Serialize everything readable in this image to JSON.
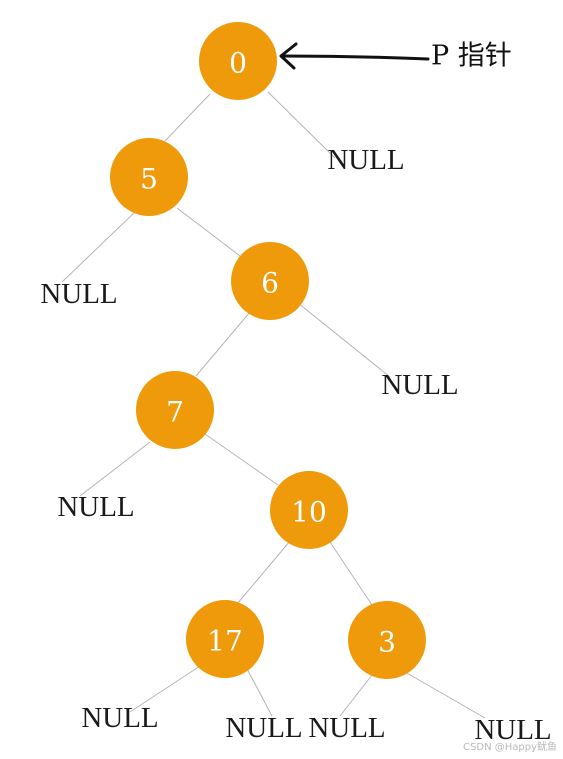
{
  "tree": {
    "nodes": [
      {
        "id": "n0",
        "label": "0"
      },
      {
        "id": "n5",
        "label": "5"
      },
      {
        "id": "n6",
        "label": "6"
      },
      {
        "id": "n7",
        "label": "7"
      },
      {
        "id": "n10",
        "label": "10"
      },
      {
        "id": "n17",
        "label": "17"
      },
      {
        "id": "n3",
        "label": "3"
      }
    ],
    "null_label": "NULL"
  },
  "pointer": {
    "label": "P 指针",
    "target": "0"
  },
  "watermark": "CSDN @Happy鱿鱼",
  "colors": {
    "node_fill": "#ef9a0a",
    "node_text": "#ffffff",
    "edge": "#b5b5b5"
  }
}
